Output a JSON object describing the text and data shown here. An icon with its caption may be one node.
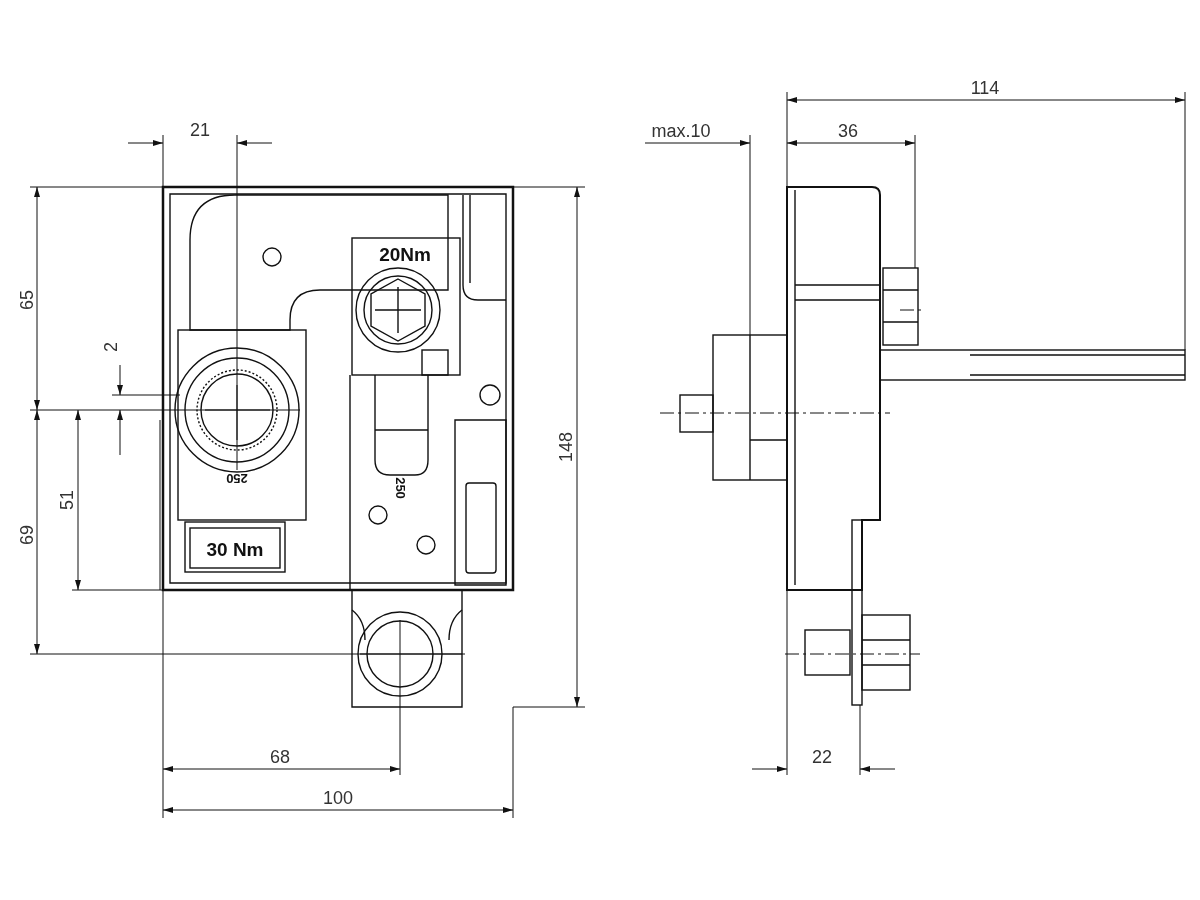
{
  "diagram": {
    "labels": [
      "114",
      "21",
      "max.10",
      "36",
      "65",
      "20Nm",
      "2",
      "148",
      "250",
      "51",
      "250",
      "69",
      "30 Nm",
      "22",
      "68",
      "100"
    ]
  }
}
